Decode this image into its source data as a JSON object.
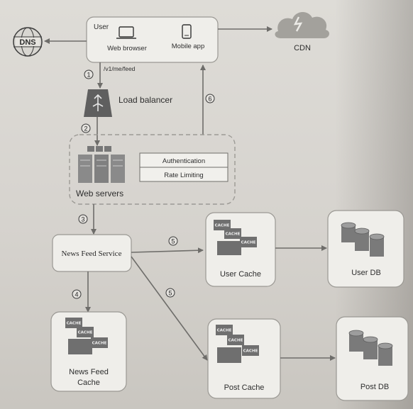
{
  "nodes": {
    "dns": "DNS",
    "user_title": "User",
    "web_browser": "Web browser",
    "mobile_app": "Mobile app",
    "cdn": "CDN",
    "load_balancer": "Load balancer",
    "web_servers": "Web servers",
    "authentication": "Authentication",
    "rate_limiting": "Rate Limiting",
    "news_feed_service": "News Feed Service",
    "user_cache": "User Cache",
    "user_db": "User DB",
    "post_cache": "Post Cache",
    "post_db": "Post DB",
    "news_feed_cache_line1": "News Feed",
    "news_feed_cache_line2": "Cache",
    "cache_tile": "CACHE"
  },
  "edges": {
    "api_path": "/v1/me/feed"
  },
  "steps": [
    "1",
    "2",
    "3",
    "4",
    "5",
    "5",
    "6"
  ]
}
